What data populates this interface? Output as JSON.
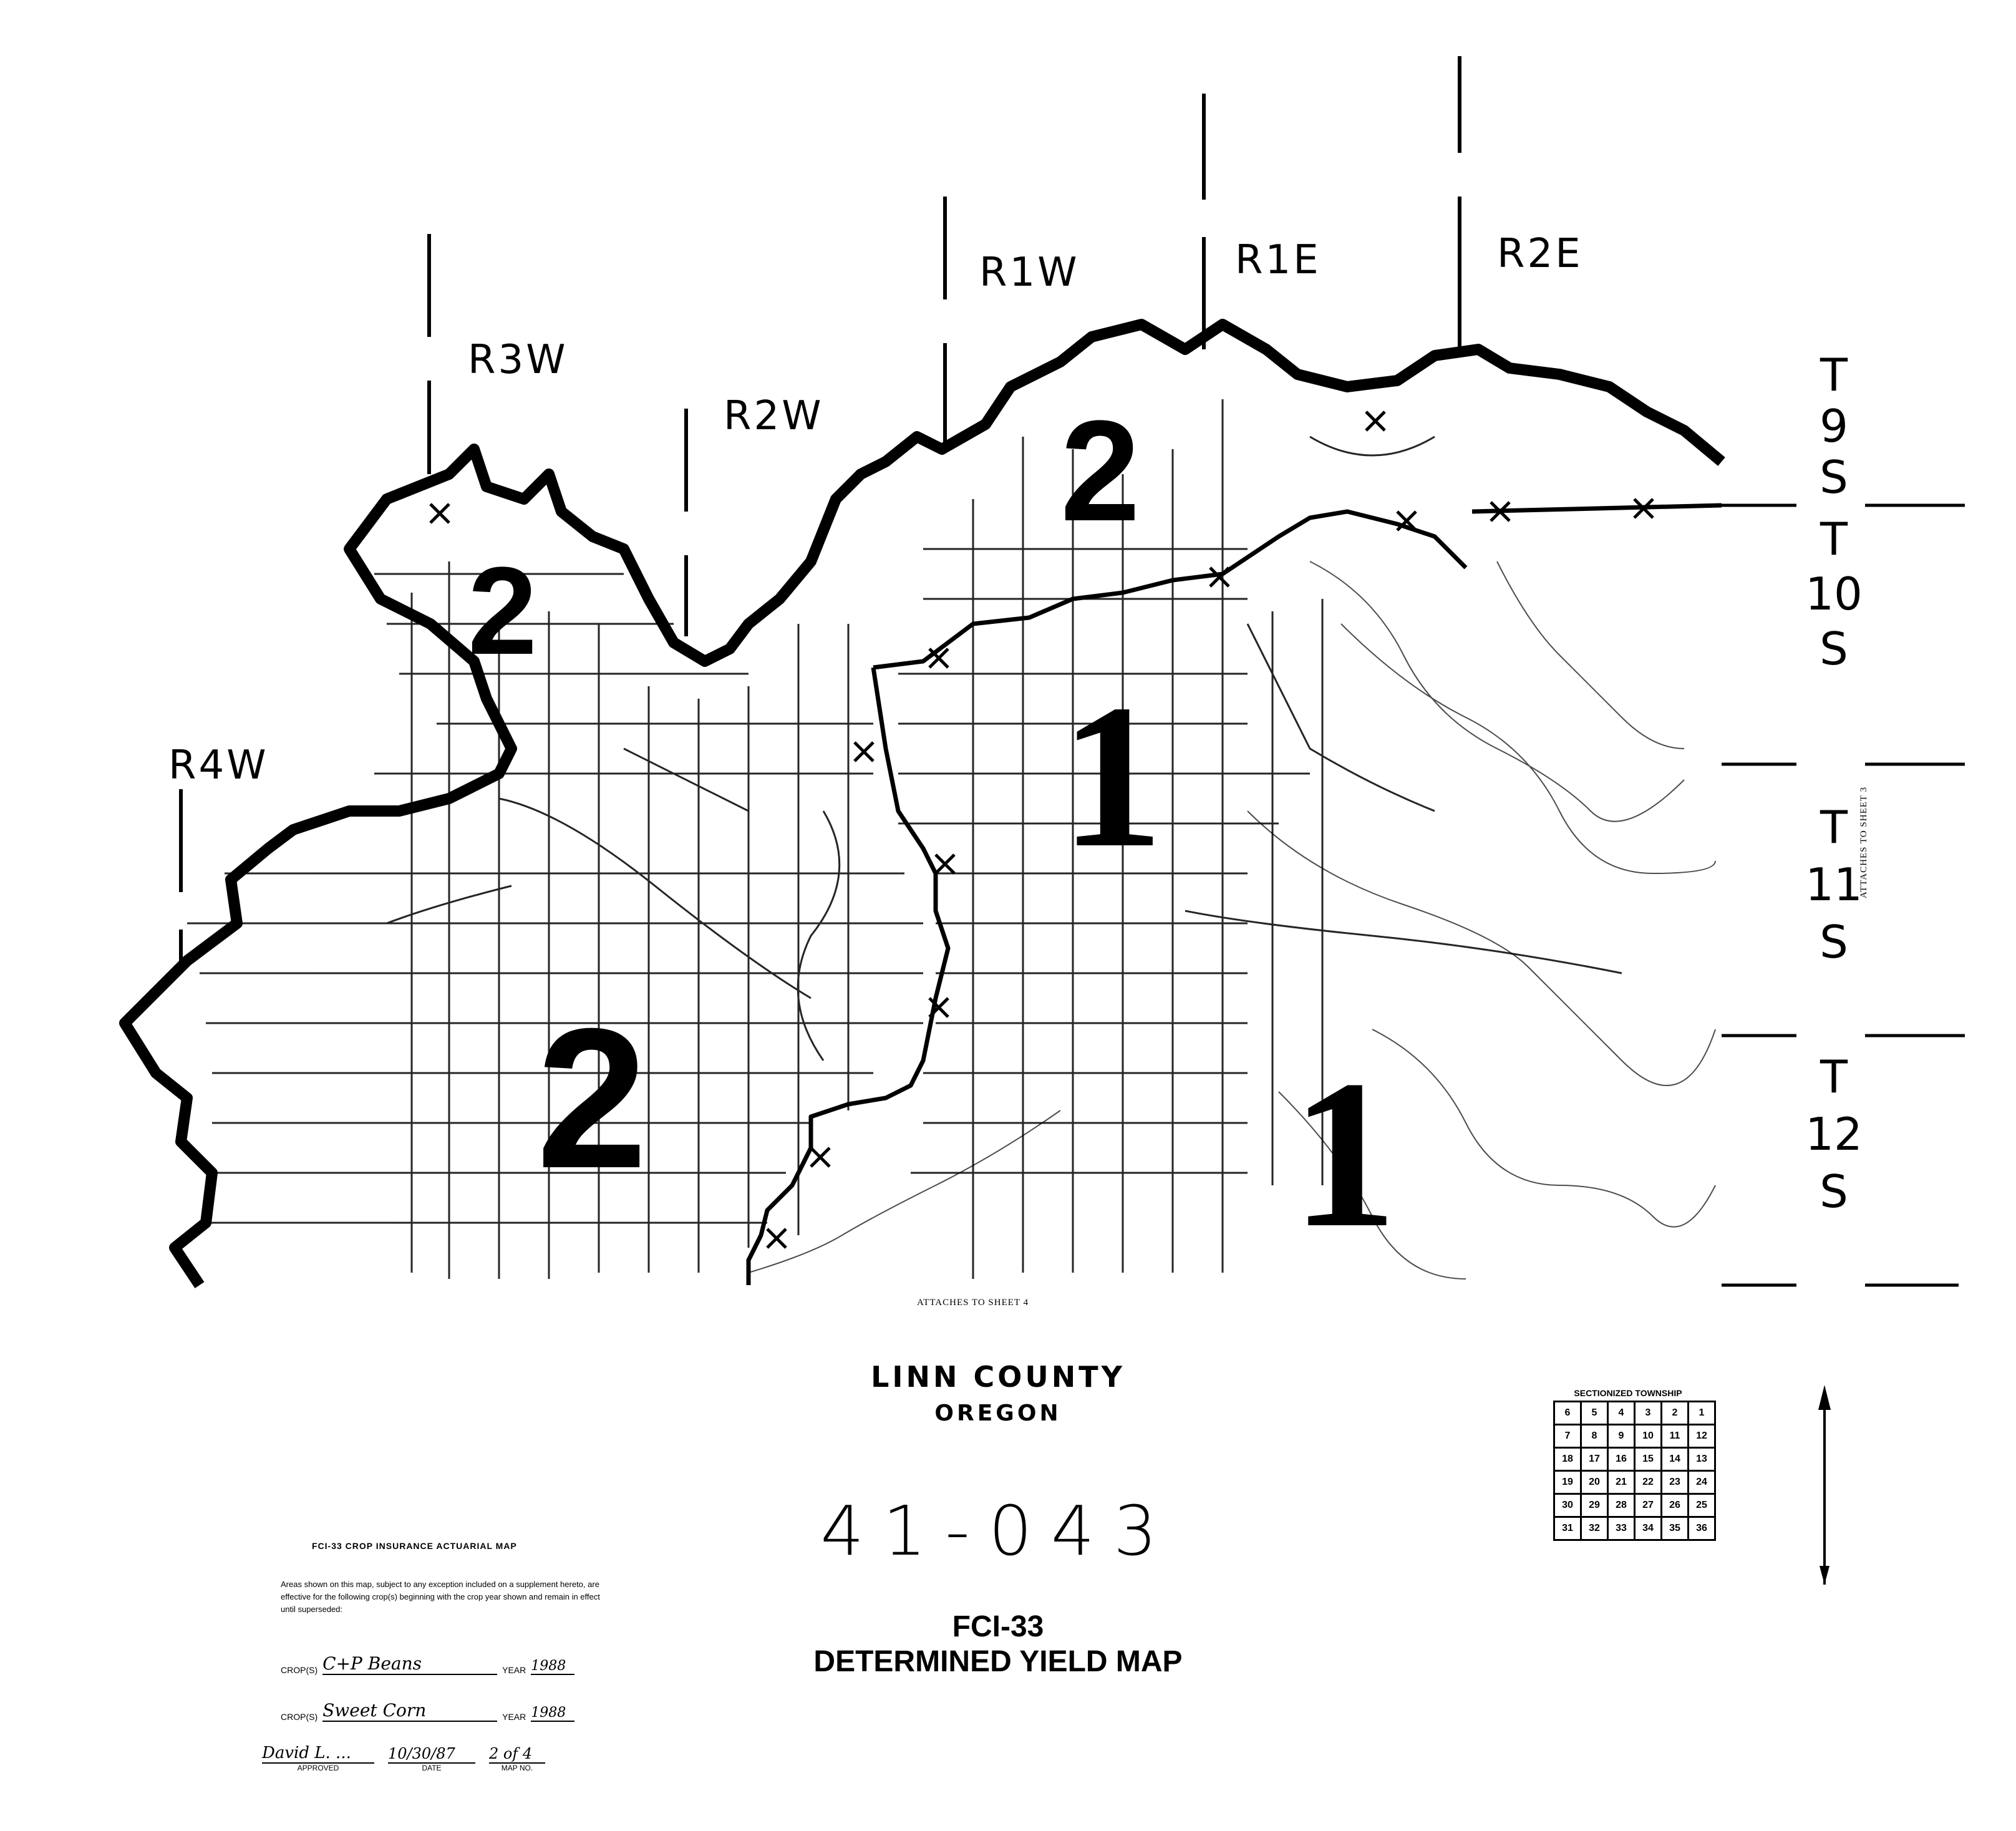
{
  "map": {
    "range_labels": [
      "R4W",
      "R3W",
      "R2W",
      "R1W",
      "R1E",
      "R2E"
    ],
    "township_labels": [
      "T 9 S",
      "T 10 S",
      "T 11 S",
      "T 12 S"
    ],
    "zone_labels": [
      "2",
      "2",
      "2",
      "1",
      "1"
    ],
    "attaches_bottom": "ATTACHES TO SHEET 4",
    "attaches_right": "ATTACHES TO SHEET 3",
    "line_color": "#000000"
  },
  "title": {
    "county": "LINN COUNTY",
    "state": "OREGON",
    "map_number": "41-043",
    "fci_code": "FCI-33",
    "map_type": "DETERMINED YIELD MAP"
  },
  "legend": {
    "title": "FCI-33 CROP INSURANCE ACTUARIAL MAP",
    "text": "Areas shown on this map, subject to any exception included on a supplement hereto, are effective for the following crop(s) beginning with the crop year shown and remain in effect until superseded:",
    "crop_label": "CROP(S)",
    "year_label": "YEAR",
    "crops": [
      {
        "crop": "C+P Beans",
        "year": "1988"
      },
      {
        "crop": "Sweet Corn",
        "year": "1988"
      }
    ],
    "approved_value": "David L. ...",
    "date_value": "10/30/87",
    "map_no_value": "2 of 4",
    "approved_label": "APPROVED",
    "date_label": "DATE",
    "map_no_label": "MAP NO."
  },
  "sectionized_township": {
    "title": "SECTIONIZED TOWNSHIP",
    "rows": [
      [
        "6",
        "5",
        "4",
        "3",
        "2",
        "1"
      ],
      [
        "7",
        "8",
        "9",
        "10",
        "11",
        "12"
      ],
      [
        "18",
        "17",
        "16",
        "15",
        "14",
        "13"
      ],
      [
        "19",
        "20",
        "21",
        "22",
        "23",
        "24"
      ],
      [
        "30",
        "29",
        "28",
        "27",
        "26",
        "25"
      ],
      [
        "31",
        "32",
        "33",
        "34",
        "35",
        "36"
      ]
    ]
  }
}
